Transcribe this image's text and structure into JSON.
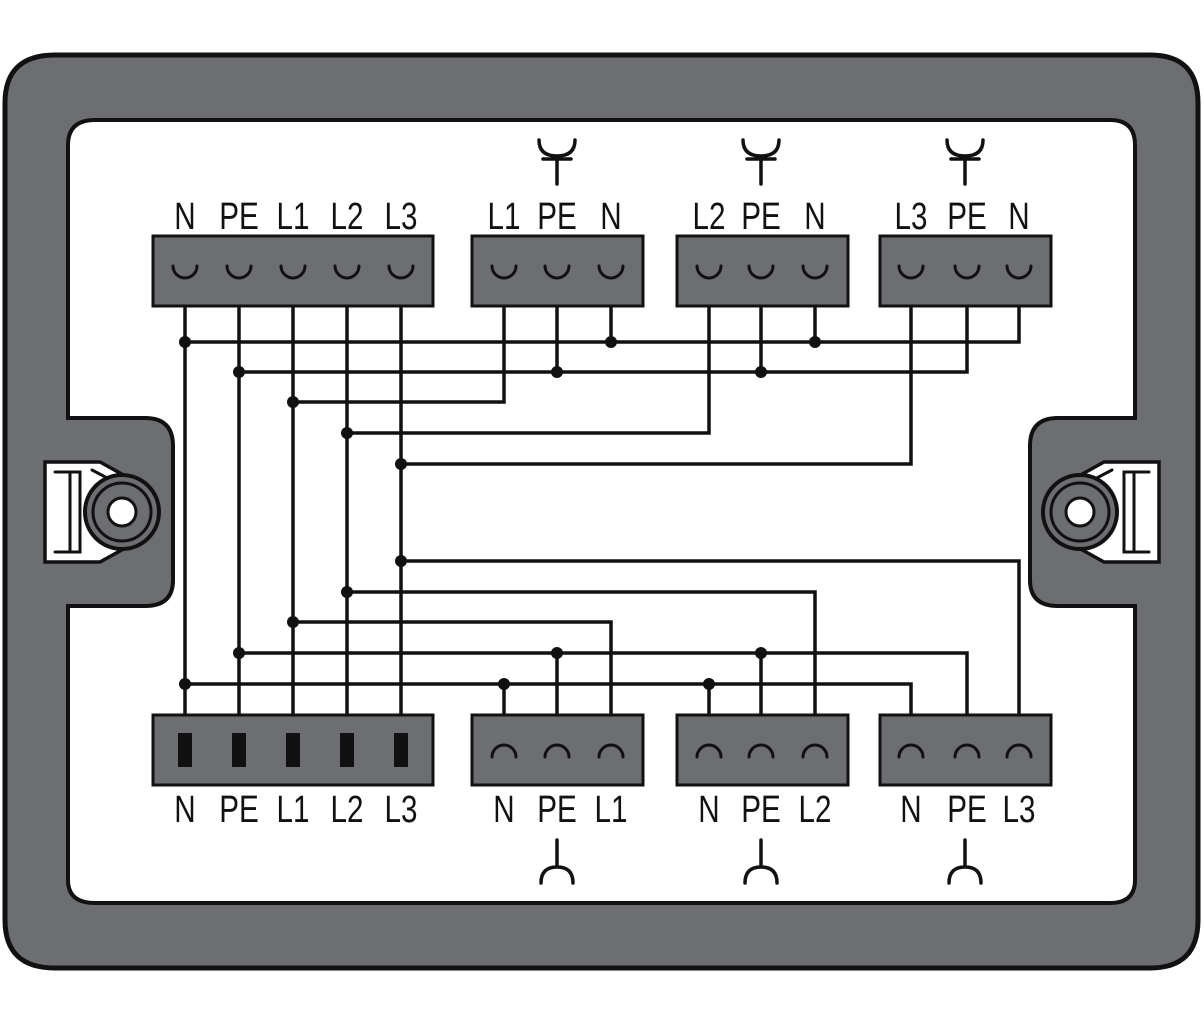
{
  "colors": {
    "housing": "#6d6e71",
    "outline": "#111111",
    "panel": "#ffffff",
    "connector": "#6d6e71",
    "wire": "#111111"
  },
  "icons": {
    "socket_symbol": "socket-icon",
    "plug_symbol": "plug-icon",
    "mounting_hole": "mounting-hole-icon"
  },
  "top_connectors": [
    {
      "id": "input",
      "labels": [
        "N",
        "PE",
        "L1",
        "L2",
        "L3"
      ]
    },
    {
      "id": "out-l1",
      "labels": [
        "L1",
        "PE",
        "N"
      ]
    },
    {
      "id": "out-l2",
      "labels": [
        "L2",
        "PE",
        "N"
      ]
    },
    {
      "id": "out-l3",
      "labels": [
        "L3",
        "PE",
        "N"
      ]
    }
  ],
  "bottom_connectors": [
    {
      "id": "input",
      "labels": [
        "N",
        "PE",
        "L1",
        "L2",
        "L3"
      ]
    },
    {
      "id": "out-l1",
      "labels": [
        "N",
        "PE",
        "L1"
      ]
    },
    {
      "id": "out-l2",
      "labels": [
        "N",
        "PE",
        "L2"
      ]
    },
    {
      "id": "out-l3",
      "labels": [
        "N",
        "PE",
        "L3"
      ]
    }
  ]
}
